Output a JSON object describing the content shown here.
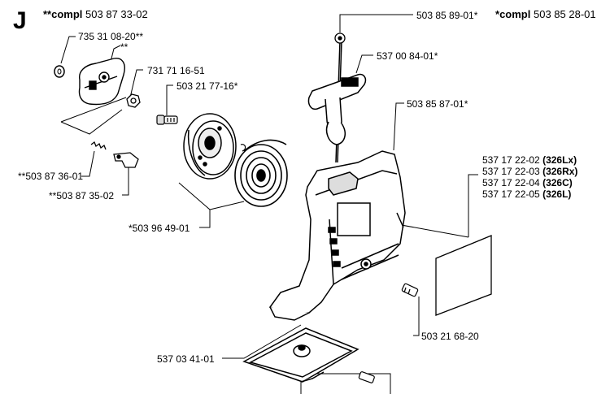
{
  "section": {
    "letter": "J"
  },
  "kits": [
    {
      "prefix": "**",
      "word": "compl",
      "number": "503 87 33-02"
    },
    {
      "prefix": "*",
      "word": "compl",
      "number": "503 85 28-01"
    }
  ],
  "labels": {
    "p735": "735 31 08-20**",
    "p735_sub": "**",
    "p731": "731 71 16-51",
    "p503_2177": "503 21 77-16*",
    "p503_8589": "503 85 89-01*",
    "p537_0084": "537 00 84-01*",
    "p503_8587": "503 85 87-01*",
    "p503_8736": "**503 87 36-01",
    "p503_8735": "**503 87 35-02",
    "p503_9649": "*503 96 49-01",
    "p503_2168": "503 21 68-20",
    "p537_0341": "537 03 41-01"
  },
  "variants": [
    {
      "number": "537 17 22-02",
      "model": "(326Lx)"
    },
    {
      "number": "537 17 22-03",
      "model": "(326Rx)"
    },
    {
      "number": "537 17 22-04",
      "model": "(326C)"
    },
    {
      "number": "537 17 22-05",
      "model": "(326L)"
    }
  ]
}
